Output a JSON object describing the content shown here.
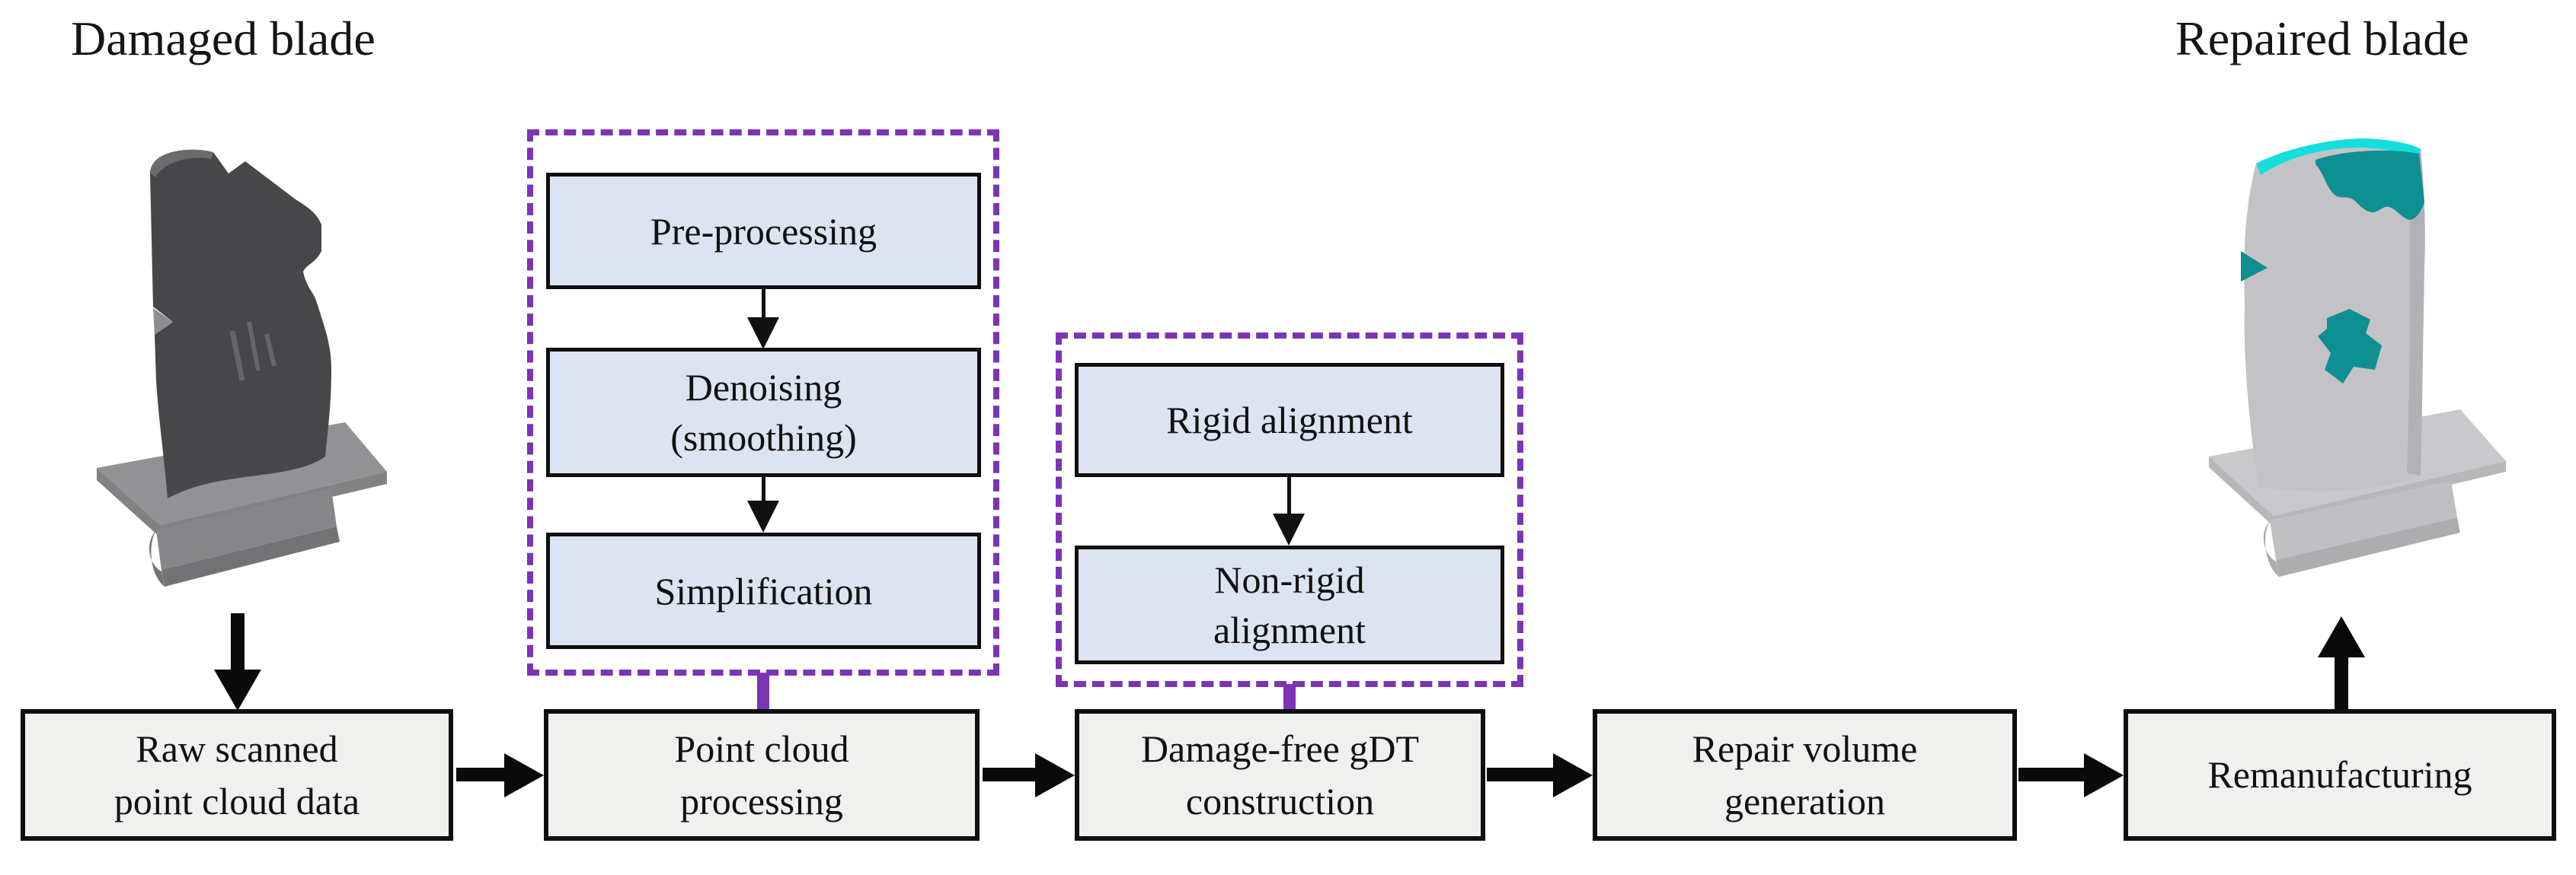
{
  "titles": {
    "damaged": "Damaged blade",
    "repaired": "Repaired blade"
  },
  "process_group_1": {
    "name": "point-cloud-processing-steps",
    "steps": [
      {
        "lines": [
          "Pre-processing"
        ]
      },
      {
        "lines": [
          "Denoising",
          "(smoothing)"
        ]
      },
      {
        "lines": [
          "Simplification"
        ]
      }
    ]
  },
  "process_group_2": {
    "name": "gdt-construction-steps",
    "steps": [
      {
        "lines": [
          "Rigid alignment"
        ]
      },
      {
        "lines": [
          "Non-rigid",
          "alignment"
        ]
      }
    ]
  },
  "pipeline": {
    "boxes": [
      {
        "lines": [
          "Raw scanned",
          "point cloud data"
        ]
      },
      {
        "lines": [
          "Point cloud",
          "processing"
        ]
      },
      {
        "lines": [
          "Damage-free gDT",
          "construction"
        ]
      },
      {
        "lines": [
          "Repair volume",
          "generation"
        ]
      },
      {
        "lines": [
          "Remanufacturing"
        ]
      }
    ]
  },
  "icons": {
    "arrow_right": "solid-black-right-arrow",
    "arrow_down": "solid-black-down-arrow",
    "arrow_up": "solid-black-up-arrow",
    "small_arrow_down": "thin-black-down-arrow"
  },
  "colors": {
    "accent_purple": "#7b34b4",
    "step_box_fill": "#dce4f2",
    "pipeline_box_fill": "#f0f0ef",
    "outline_black": "#0f0f0f",
    "blade_dark_gray": "#47474a",
    "blade_dark_top": "#6b6b6e",
    "blade_streak_gray": "#66666a",
    "damage_notch_gray": "#8e8e91",
    "blade_light_gray": "#c3c3c6",
    "blade_light_shade": "#b2b2b6",
    "repair_teal": "#0e8f91",
    "repair_cyan": "#14dfdc",
    "pedestal_dark_top": "#929295",
    "pedestal_dark_front": "#828285",
    "pedestal_dark_rail": "#87878a",
    "pedestal_dark_rail2": "#737376",
    "pedestal_light_top": "#c9c9cc",
    "pedestal_light_front": "#b7b7ba",
    "pedestal_light_rail": "#c0c0c3",
    "pedestal_light_rail2": "#adadb0"
  }
}
